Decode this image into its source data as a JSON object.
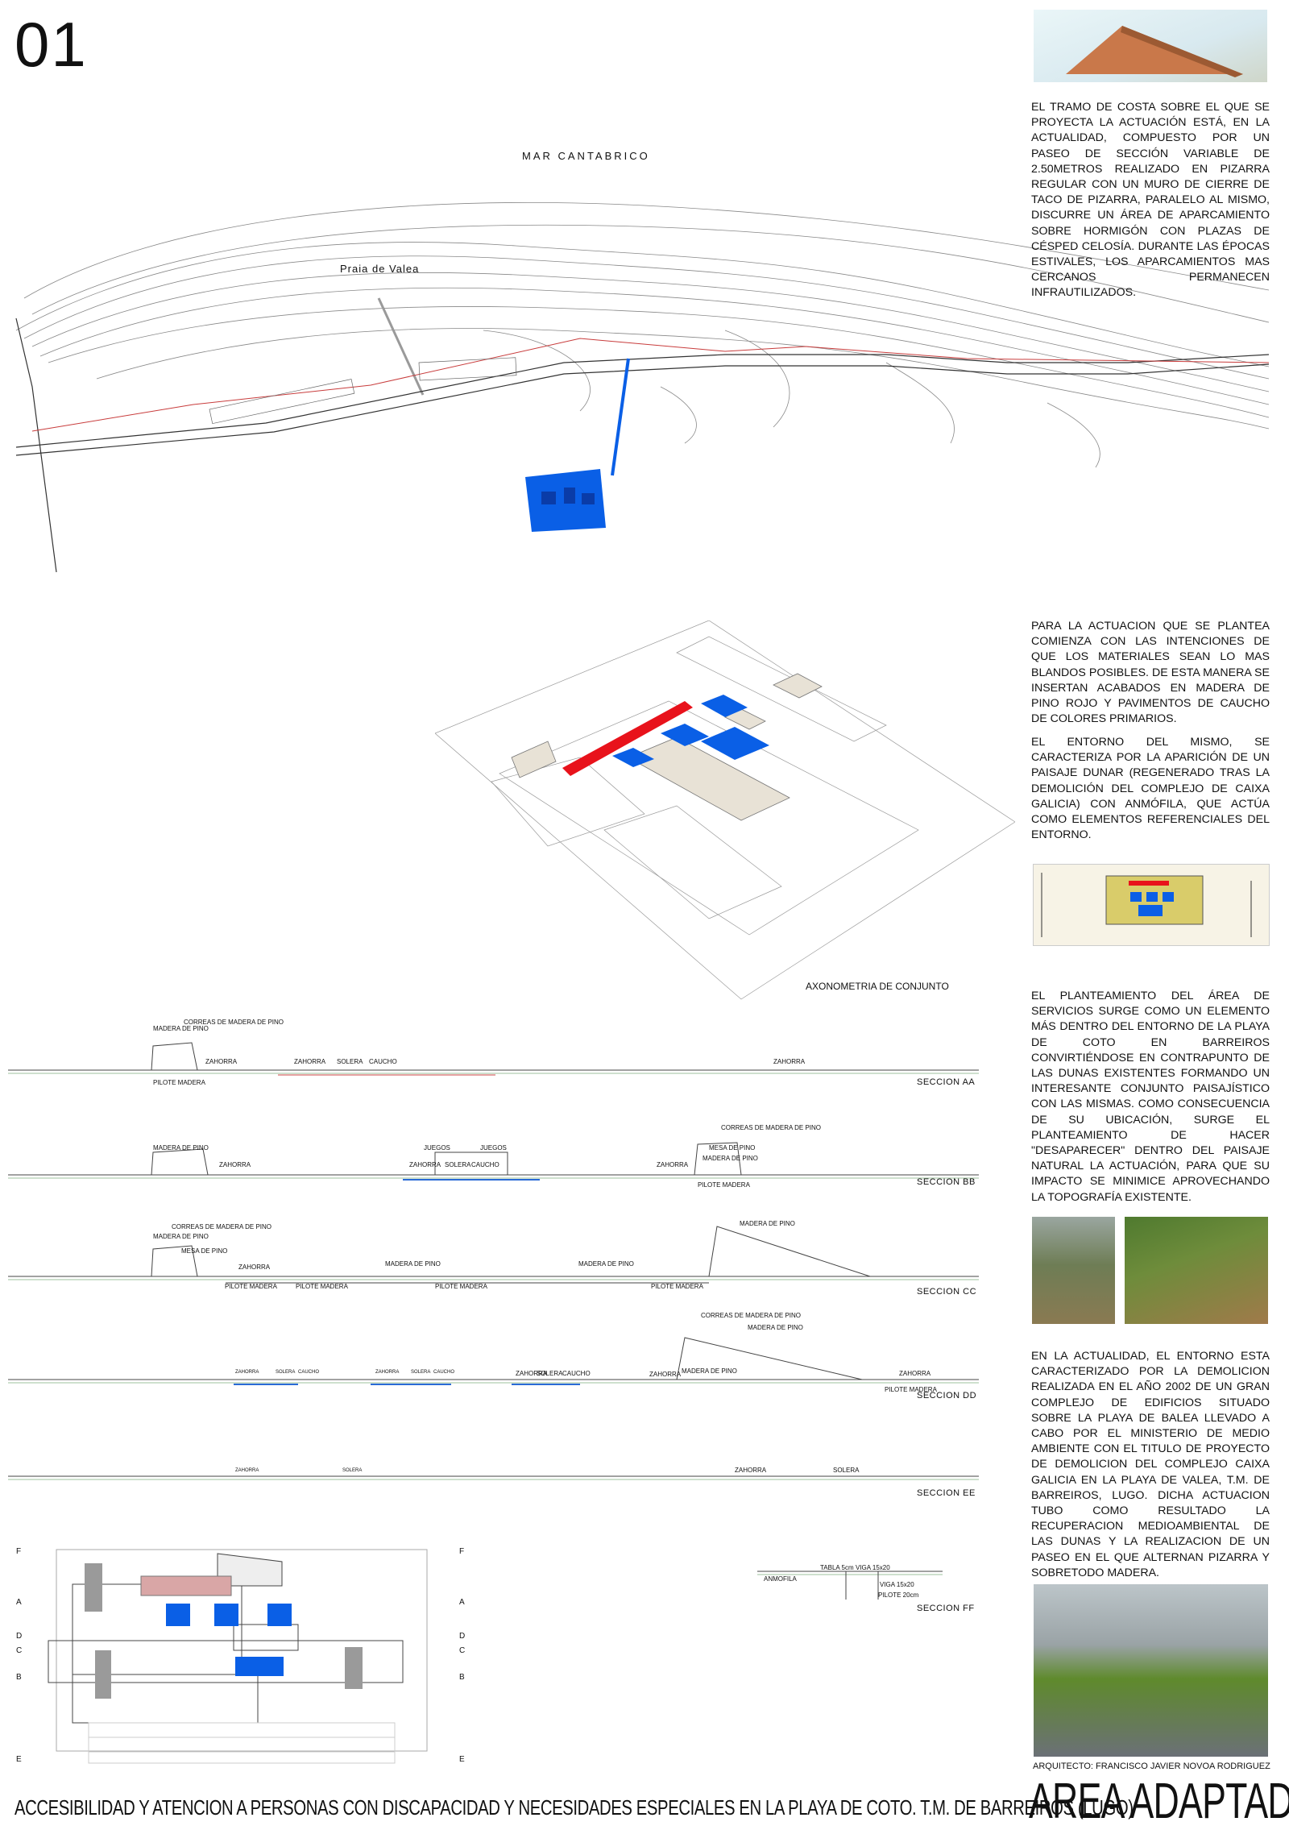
{
  "sheet_number": "01",
  "site_plan": {
    "sea_label": "MAR CANTABRICO",
    "beach_label": "Praia de Valea"
  },
  "paragraphs": {
    "p1": "EL TRAMO DE COSTA SOBRE EL QUE SE PROYECTA LA ACTUACIÓN ESTÁ, EN LA ACTUALIDAD, COMPUESTO POR UN PASEO DE SECCIÓN VARIABLE DE 2.50METROS REALIZADO EN PIZARRA REGULAR CON UN MURO DE CIERRE DE TACO DE PIZARRA, PARALELO AL MISMO, DISCURRE UN ÁREA DE APARCAMIENTO SOBRE HORMIGÓN CON PLAZAS DE CÉSPED CELOSÍA. DURANTE LAS ÉPOCAS ESTIVALES, LOS APARCAMIENTOS MAS CERCANOS PERMANECEN INFRAUTILIZADOS.",
    "p2": "PARA LA ACTUACION QUE SE PLANTEA COMIENZA CON LAS INTENCIONES DE QUE LOS MATERIALES SEAN LO MAS BLANDOS POSIBLES. DE ESTA MANERA SE INSERTAN ACABADOS EN MADERA DE PINO ROJO Y PAVIMENTOS DE CAUCHO DE COLORES PRIMARIOS.",
    "p3": "EL ENTORNO DEL MISMO, SE CARACTERIZA POR LA APARICIÓN DE UN PAISAJE DUNAR (REGENERADO TRAS LA DEMOLICIÓN DEL COMPLEJO DE CAIXA GALICIA) CON ANMÓFILA, QUE ACTÚA COMO ELEMENTOS REFERENCIALES DEL ENTORNO.",
    "p4": "EL PLANTEAMIENTO DEL ÁREA DE SERVICIOS SURGE COMO UN ELEMENTO MÁS DENTRO DEL ENTORNO DE LA PLAYA DE COTO EN BARREIROS CONVIRTIÉNDOSE EN CONTRAPUNTO DE LAS DUNAS EXISTENTES FORMANDO UN INTERESANTE CONJUNTO PAISAJÍSTICO CON LAS MISMAS. COMO CONSECUENCIA DE SU UBICACIÓN, SURGE EL PLANTEAMIENTO DE HACER \"DESAPARECER\" DENTRO DEL PAISAJE NATURAL LA ACTUACIÓN, PARA QUE SU IMPACTO SE MINIMICE APROVECHANDO LA TOPOGRAFÍA EXISTENTE.",
    "p5": "EN LA ACTUALIDAD, EL ENTORNO ESTA CARACTERIZADO POR LA DEMOLICION REALIZADA EN EL AÑO 2002 DE UN GRAN COMPLEJO DE EDIFICIOS SITUADO SOBRE LA PLAYA DE BALEA LLEVADO A CABO POR EL MINISTERIO DE MEDIO AMBIENTE CON EL TITULO DE PROYECTO DE DEMOLICION DEL COMPLEJO CAIXA GALICIA EN LA PLAYA DE VALEA, T.M. DE BARREIROS, LUGO. DICHA ACTUACION TUBO COMO RESULTADO LA RECUPERACION MEDIOAMBIENTAL DE LAS DUNAS Y LA REALIZACION DE UN PASEO EN EL QUE ALTERNAN PIZARRA Y SOBRETODO MADERA."
  },
  "axonometry_label": "AXONOMETRIA DE CONJUNTO",
  "sections": {
    "aa": {
      "title": "SECCION AA",
      "labels": [
        "CORREAS DE MADERA DE PINO",
        "MADERA DE PINO",
        "ZAHORRA",
        "ZAHORRA",
        "SOLERA",
        "CAUCHO",
        "ZAHORRA",
        "PILOTE MADERA"
      ]
    },
    "bb": {
      "title": "SECCION BB",
      "labels": [
        "CORREAS DE MADERA DE PINO",
        "MADERA DE PINO",
        "MESA DE PINO",
        "MADERA DE PINO",
        "JUEGOS",
        "JUEGOS",
        "ZAHORRA",
        "ZAHORRA",
        "SOLERA",
        "CAUCHO",
        "ZAHORRA",
        "PILOTE MADERA"
      ]
    },
    "cc": {
      "title": "SECCION CC",
      "labels": [
        "CORREAS DE MADERA DE PINO",
        "MADERA DE PINO",
        "MESA DE PINO",
        "ZAHORRA",
        "MADERA DE PINO",
        "MADERA DE PINO",
        "MADERA DE PINO",
        "PILOTE MADERA",
        "PILOTE MADERA",
        "PILOTE MADERA",
        "PILOTE MADERA"
      ]
    },
    "dd": {
      "title": "SECCION DD",
      "labels": [
        "CORREAS DE MADERA DE PINO",
        "MADERA DE PINO",
        "ZAHORRA",
        "SOLERA",
        "CAUCHO",
        "ZAHORRA",
        "SOLERA",
        "CAUCHO",
        "ZAHORRA",
        "SOLERA",
        "CAUCHO",
        "ZAHORRA",
        "MADERA DE PINO",
        "ZAHORRA",
        "PILOTE MADERA"
      ]
    },
    "ee": {
      "title": "SECCION EE",
      "labels": [
        "ZAHORRA",
        "SOLERA",
        "ZAHORRA",
        "SOLERA"
      ]
    },
    "ff": {
      "title": "SECCION FF",
      "labels": [
        "TABLA 5cm",
        "VIGA 15x20",
        "ANMOFILA",
        "VIGA 15x20",
        "PILOTE 20cm"
      ]
    }
  },
  "plan_markers": [
    "F",
    "A",
    "D",
    "C",
    "B",
    "E"
  ],
  "architect": "ARQUITECTO: FRANCISCO JAVIER NOVOA RODRIGUEZ",
  "area_title": "AREA ADAPTADA",
  "footer_title": "ACCESIBILIDAD Y ATENCION A PERSONAS CON DISCAPACIDAD Y NECESIDADES ESPECIALES EN LA  PLAYA DE COTO. T.M. DE BARREIROS  (LUGO)",
  "colors": {
    "accent_blue": "#0a5fe6",
    "accent_red": "#e8121b",
    "plan_pink": "#d9a6a6",
    "site_red": "#c83c3c"
  }
}
